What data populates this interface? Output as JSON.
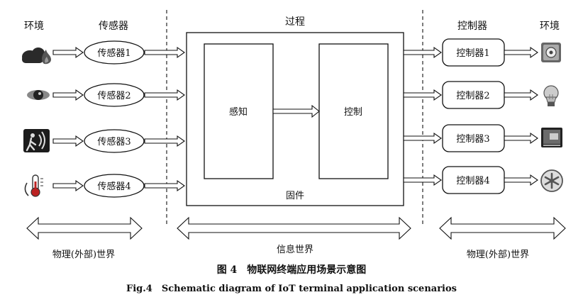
{
  "headers": {
    "env_left": "环境",
    "sensors": "传感器",
    "process": "过程",
    "controllers": "控制器",
    "env_right": "环境"
  },
  "sensors": [
    "传感器1",
    "传感器2",
    "传感器3",
    "传感器4"
  ],
  "env_icons_left": [
    "cloud-fire-icon",
    "eye-icon",
    "motion-sensor-icon",
    "thermometer-icon"
  ],
  "process": {
    "sense": "感知",
    "control": "控制",
    "firmware": "固件"
  },
  "controllers": [
    "控制器1",
    "控制器2",
    "控制器3",
    "控制器4"
  ],
  "env_icons_right": [
    "speaker-icon",
    "light-bulb-icon",
    "display-screen-icon",
    "fan-icon"
  ],
  "bottom": {
    "physical_left": "物理(外部)世界",
    "info": "信息世界",
    "physical_right": "物理(外部)世界"
  },
  "caption": {
    "cn": "图 4　物联网终端应用场景示意图",
    "en": "Fig.4　Schematic diagram of IoT terminal application scenarios"
  }
}
